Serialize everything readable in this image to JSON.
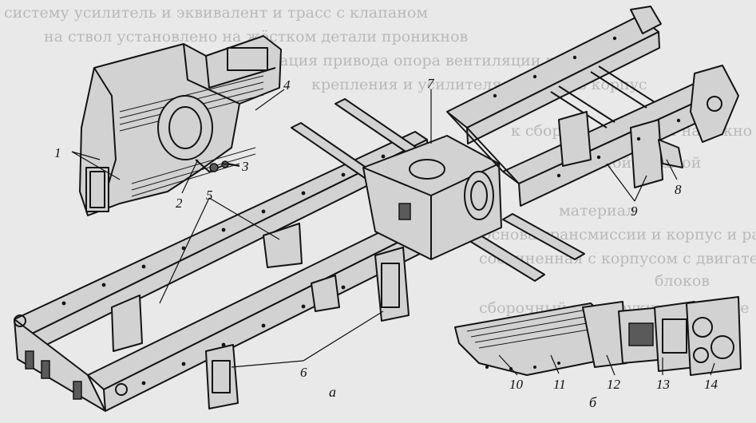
{
  "background_text": [
    "систему усилитель и эквивалент  и трасс с клапаном",
    "на  ствол  установлено  на  жёстком  детали  проникнов",
    "фиксация  привода  опора  вентиляции  корпуса",
    "крепления  и  усилителя  на  рамы  в  корпус",
    "к  сборной  лонжерон  надёжно  сверху",
    "надёжной  и  рамой",
    "материал",
    "Основа  трансмиссии  и  корпус  и  рама",
    "соединенная  с  корпусом  с  двигателем  моста",
    "блоков",
    "сборочный  конструкции  ведущие"
  ],
  "callouts": {
    "n1": "1",
    "n2": "2",
    "n3": "3",
    "n4": "4",
    "n5": "5",
    "n6": "6",
    "n7": "7",
    "n8": "8",
    "n9": "9",
    "n10": "10",
    "n11": "11",
    "n12": "12",
    "n13": "13",
    "n14": "14"
  },
  "sublabels": {
    "a": "а",
    "b": "б"
  }
}
